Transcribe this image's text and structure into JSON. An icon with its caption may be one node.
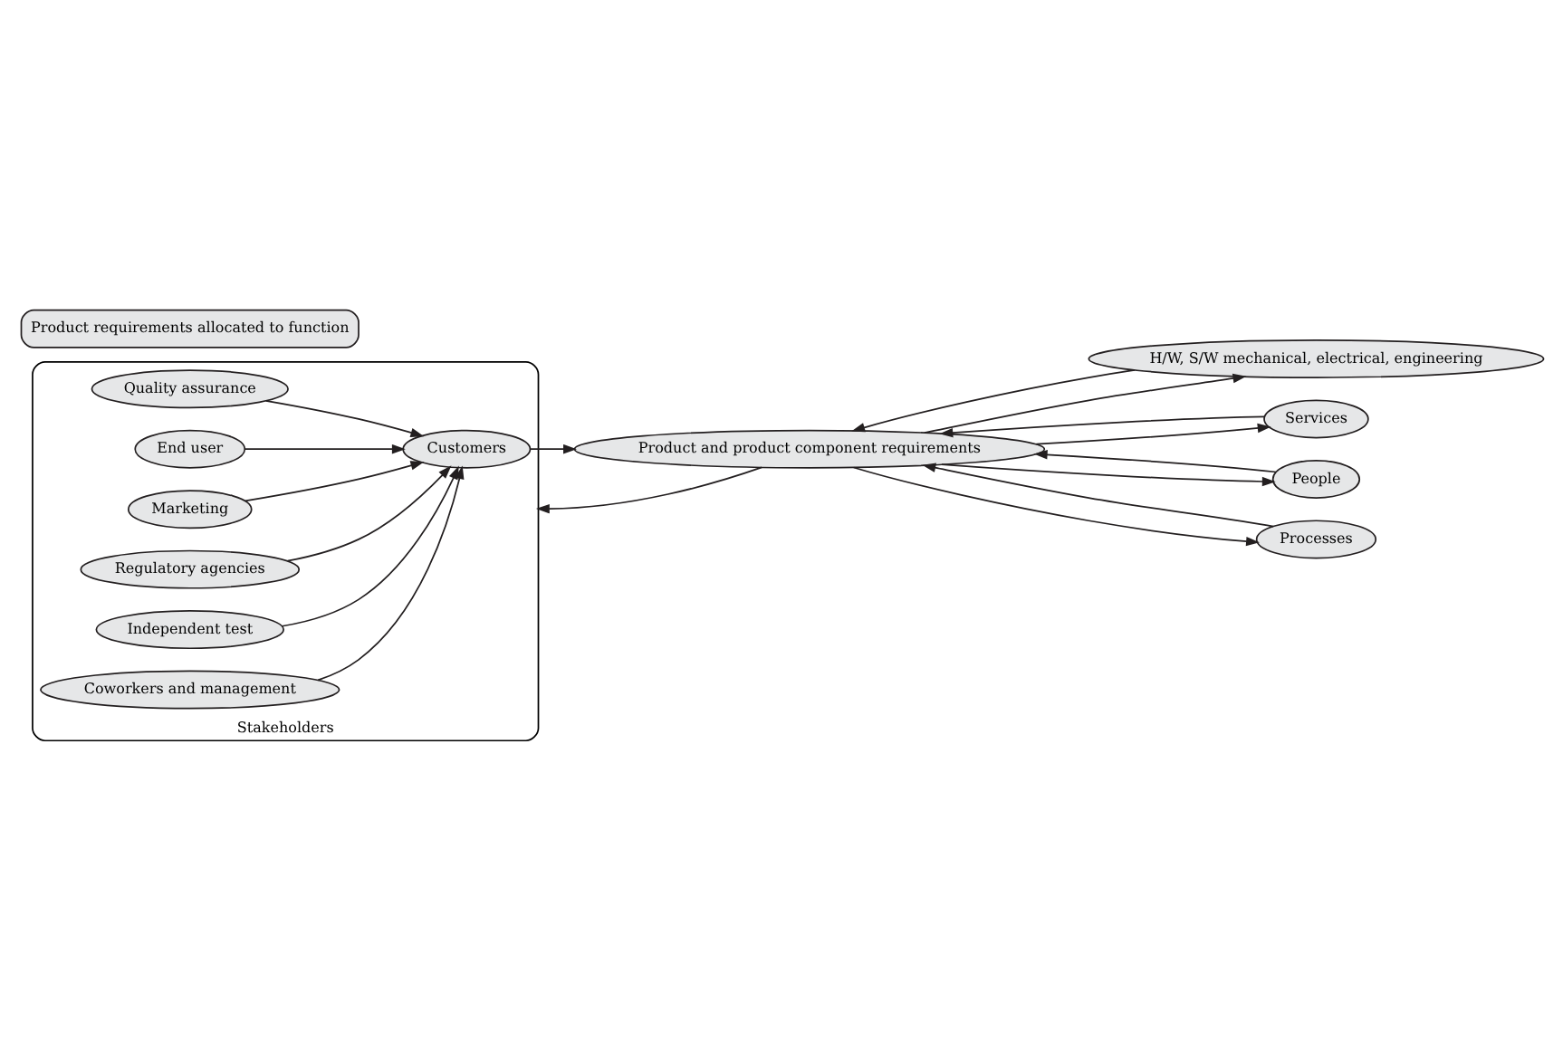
{
  "diagram": {
    "nodes": [
      {
        "text": [
          "Stakeholders"
        ]
      },
      {
        "text": [
          "Quality assurance"
        ],
        "in": 0
      },
      {
        "text": [
          "End user"
        ],
        "in": 0
      },
      {
        "text": [
          "Marketing"
        ],
        "in": 0
      },
      {
        "text": [
          "Customers"
        ],
        "in": 0
      },
      {
        "text": [
          "Regulatory agencies"
        ],
        "in": 0
      },
      {
        "text": [
          "Independent test"
        ],
        "in": 0
      },
      {
        "text": [
          "Coworkers and management"
        ],
        "in": 0
      },
      {
        "text": [
          "Product and product component requirements"
        ]
      },
      {
        "text": [
          "Product requirements allocated to function"
        ]
      },
      {
        "text": [
          "H/W, S/W mechanical, electrical, engineering"
        ]
      },
      {
        "text": [
          "Services"
        ]
      },
      {
        "text": [
          "People"
        ]
      },
      {
        "text": [
          "Processes"
        ]
      }
    ],
    "edges": [
      {
        "from": 1,
        "to": 4,
        "arrow": "to"
      },
      {
        "from": 2,
        "to": 4,
        "arrow": "to"
      },
      {
        "from": 3,
        "to": 4,
        "arrow": "to"
      },
      {
        "from": 5,
        "to": 4,
        "arrow": "to"
      },
      {
        "from": 6,
        "to": 4,
        "arrow": "to"
      },
      {
        "from": 7,
        "to": 4,
        "arrow": "to"
      },
      {
        "from": 4,
        "to": 8,
        "arrow": "to"
      },
      {
        "from": 8,
        "to": 10,
        "arrow": "to"
      },
      {
        "from": 8,
        "to": 11,
        "arrow": "to"
      },
      {
        "from": 8,
        "to": 12,
        "arrow": "to"
      },
      {
        "from": 8,
        "to": 13,
        "arrow": "to"
      },
      {
        "from": 8,
        "to": 0,
        "arrow": "to"
      },
      {
        "from": 10,
        "to": 8,
        "arrow": "to"
      },
      {
        "from": 11,
        "to": 8,
        "arrow": "to"
      },
      {
        "from": 12,
        "to": 8,
        "arrow": "to"
      },
      {
        "from": 13,
        "to": 8,
        "arrow": "to"
      }
    ]
  }
}
